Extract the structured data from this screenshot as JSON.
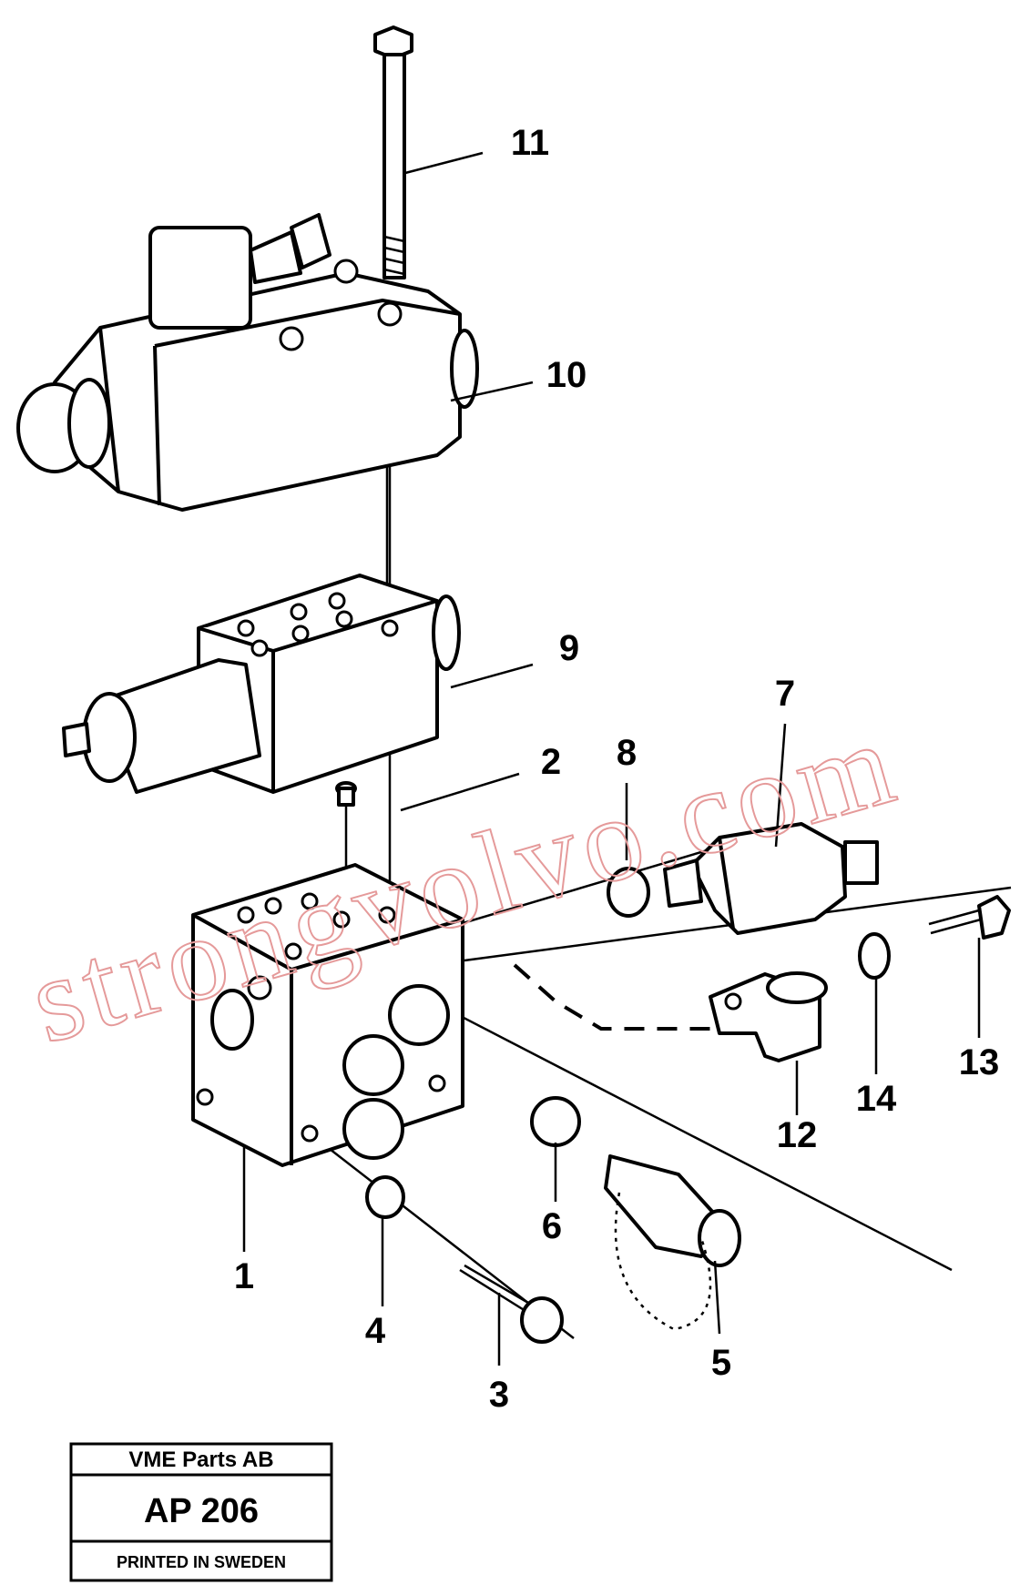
{
  "callouts": [
    {
      "id": "1",
      "text": "1"
    },
    {
      "id": "2",
      "text": "2"
    },
    {
      "id": "3",
      "text": "3"
    },
    {
      "id": "4",
      "text": "4"
    },
    {
      "id": "5",
      "text": "5"
    },
    {
      "id": "6",
      "text": "6"
    },
    {
      "id": "7",
      "text": "7"
    },
    {
      "id": "8",
      "text": "8"
    },
    {
      "id": "9",
      "text": "9"
    },
    {
      "id": "10",
      "text": "10"
    },
    {
      "id": "11",
      "text": "11"
    },
    {
      "id": "12",
      "text": "12"
    },
    {
      "id": "13",
      "text": "13"
    },
    {
      "id": "14",
      "text": "14"
    }
  ],
  "title_block": {
    "company": "VME Parts AB",
    "drawing_number": "AP 206",
    "printed": "PRINTED IN SWEDEN"
  },
  "watermark": "strongvolvo.com",
  "colors": {
    "ink": "#000000",
    "paper": "#ffffff",
    "watermark": "#e59a9a"
  }
}
